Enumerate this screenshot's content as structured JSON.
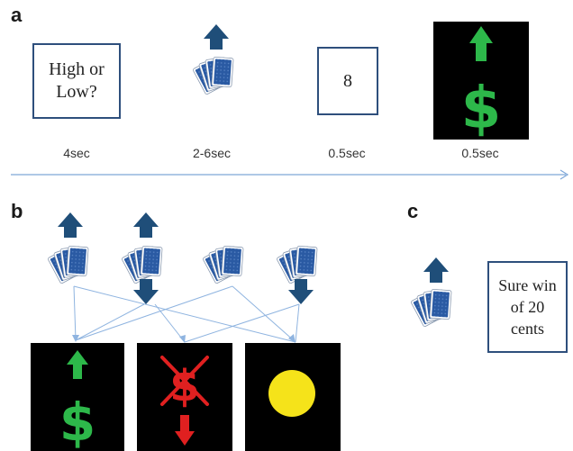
{
  "panel_a": {
    "letter": "a",
    "prompt_text_line1": "High or",
    "prompt_text_line2": "Low?",
    "number_shown": "8",
    "timings": [
      "4sec",
      "2-6sec",
      "0.5sec",
      "0.5sec"
    ]
  },
  "panel_b": {
    "letter": "b"
  },
  "panel_c": {
    "letter": "c",
    "sure_win_line1": "Sure win",
    "sure_win_line2": "of 20",
    "sure_win_line3": "cents"
  },
  "symbols": {
    "dollar": "$"
  },
  "colors": {
    "box_border": "#2e4f7c",
    "arrow_navy": "#1f4e79",
    "card_blue": "#2a5aa3",
    "win_green": "#2db84a",
    "loss_red": "#e02020",
    "neutral_yellow": "#f5e31a",
    "timeline_blue": "#7da6d8",
    "connector_blue": "#8fb4e0"
  },
  "icons": [
    "card-deck-icon",
    "up-arrow-icon",
    "down-arrow-icon",
    "dollar-sign-icon",
    "cross-out-icon",
    "yellow-circle-icon",
    "timeline-arrow-icon"
  ]
}
